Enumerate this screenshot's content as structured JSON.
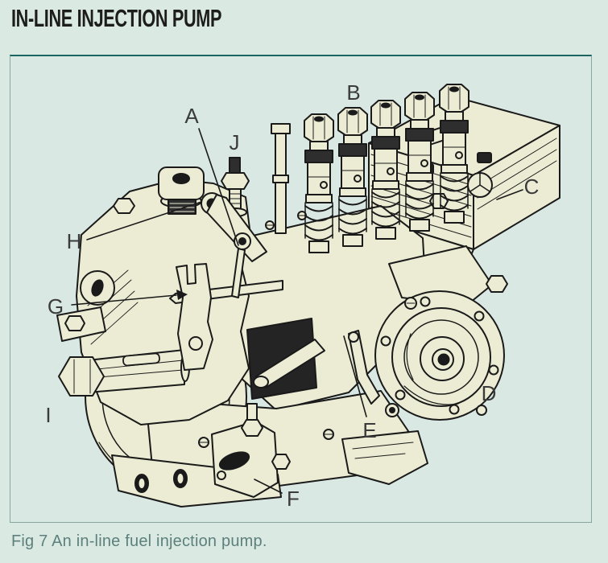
{
  "page": {
    "title": "IN-LINE INJECTION PUMP"
  },
  "figure": {
    "caption": "Fig 7 An in-line fuel injection pump.",
    "labels": [
      {
        "text": "A"
      },
      {
        "text": "B"
      },
      {
        "text": "C"
      },
      {
        "text": "D"
      },
      {
        "text": "E"
      },
      {
        "text": "F"
      },
      {
        "text": "G"
      },
      {
        "text": "H"
      },
      {
        "text": "I"
      },
      {
        "text": "J"
      }
    ]
  },
  "colors": {
    "page_background": "#dbe9e3",
    "panel_background": "#d9e8e2",
    "panel_border": "#86a79e",
    "panel_border_top": "#1b6560",
    "artwork_fill": "#ececd4",
    "ink": "#1a1a1a",
    "title_color": "#1d1d1b",
    "label_color": "#3b3b3b",
    "caption_color": "#5d807c"
  }
}
